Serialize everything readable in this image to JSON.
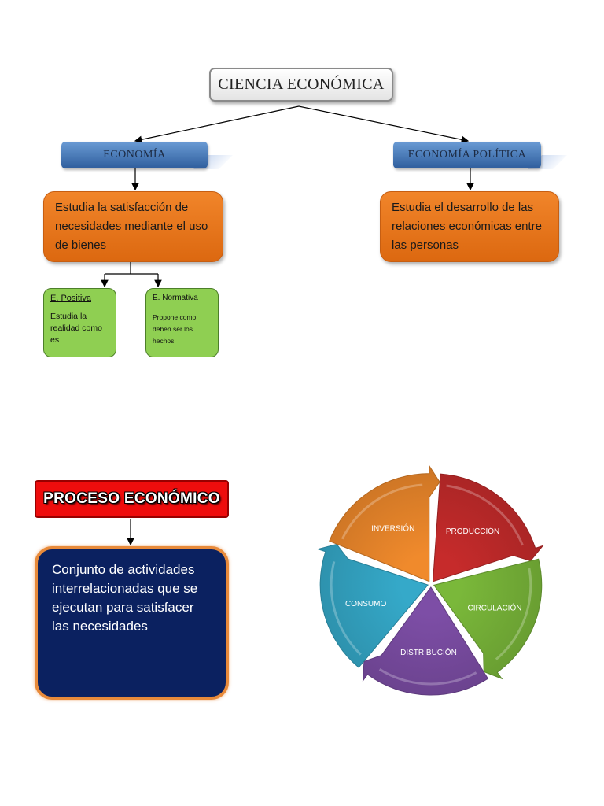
{
  "title": "CIENCIA ECONÓMICA",
  "branches": {
    "economia": {
      "label": "ECONOMÍA",
      "description": "Estudia la satisfacción de necesidades mediante el uso de bienes"
    },
    "economia_politica": {
      "label": "ECONOMÍA POLÍTICA",
      "description": "Estudia el desarrollo de las relaciones económicas entre las personas"
    }
  },
  "subtypes": [
    {
      "title": "E. Positiva",
      "description": "Estudia la realidad como es"
    },
    {
      "title": "E. Normativa",
      "description": "Propone como deben ser los hechos"
    }
  ],
  "proceso": {
    "title": "PROCESO ECONÓMICO",
    "description": "Conjunto de actividades interrelacionadas que se ejecutan para satisfacer las necesidades"
  },
  "cycle": {
    "segments": [
      {
        "label": "PRODUCCIÓN",
        "color": "#c62b2b"
      },
      {
        "label": "CIRCULACIÓN",
        "color": "#7ab83a"
      },
      {
        "label": "DISTRIBUCIÓN",
        "color": "#7d4ea6"
      },
      {
        "label": "CONSUMO",
        "color": "#35a9c9"
      },
      {
        "label": "INVERSIÓN",
        "color": "#f08a2c"
      }
    ]
  }
}
